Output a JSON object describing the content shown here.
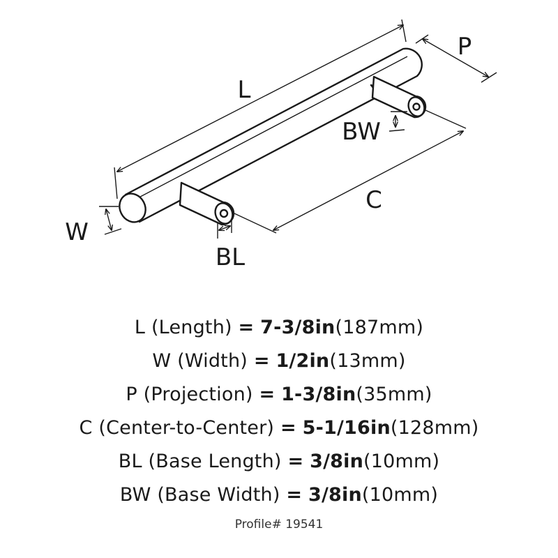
{
  "diagram": {
    "labels": {
      "L": "L",
      "P": "P",
      "BW": "BW",
      "C": "C",
      "W": "W",
      "BL": "BL"
    }
  },
  "specs": [
    {
      "code": "L",
      "desc": "(Length)",
      "eq": "=",
      "imperial": "7-3/8in",
      "metric": "(187mm)"
    },
    {
      "code": "W",
      "desc": "(Width)",
      "eq": "=",
      "imperial": "1/2in",
      "metric": "(13mm)"
    },
    {
      "code": "P",
      "desc": "(Projection)",
      "eq": "=",
      "imperial": "1-3/8in",
      "metric": "(35mm)"
    },
    {
      "code": "C",
      "desc": "(Center-to-Center)",
      "eq": "=",
      "imperial": "5-1/16in",
      "metric": "(128mm)"
    },
    {
      "code": "BL",
      "desc": "(Base Length)",
      "eq": "=",
      "imperial": "3/8in",
      "metric": "(10mm)"
    },
    {
      "code": "BW",
      "desc": "(Base Width)",
      "eq": "=",
      "imperial": "3/8in",
      "metric": "(10mm)"
    }
  ],
  "profile": "Profile# 19541"
}
